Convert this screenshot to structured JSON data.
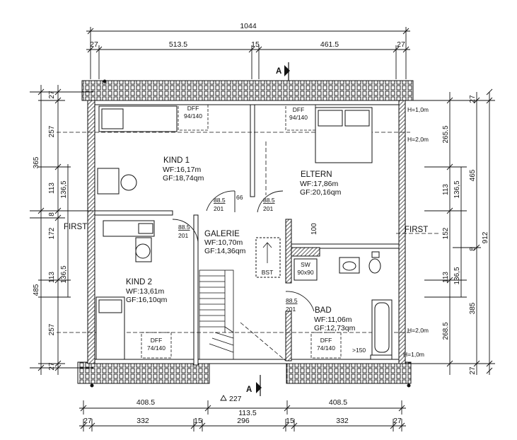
{
  "dimensions": {
    "top_total": "1044",
    "top_segments": [
      "27",
      "513.5",
      "15",
      "461.5",
      "27"
    ],
    "bottom_row1": [
      "408.5",
      "113.5",
      "408.5"
    ],
    "bottom_227": "227",
    "bottom_row2": [
      "27",
      "332",
      "15",
      "296",
      "15",
      "332",
      "27"
    ],
    "left_outer": [
      "365",
      "485"
    ],
    "left_inner": [
      "27",
      "257",
      "113",
      "8",
      "172",
      "113",
      "257",
      "27"
    ],
    "left_136": [
      "136,5",
      "136,5"
    ],
    "right_inner": [
      "265.5",
      "113",
      "152",
      "113",
      "268.5"
    ],
    "right_136": [
      "136,5",
      "136,5"
    ],
    "right_outer": [
      "465",
      "385"
    ],
    "right_912": "912",
    "right_27": [
      "27",
      "27"
    ],
    "right_8": "8"
  },
  "section_marks": [
    "A",
    "A"
  ],
  "first_labels": [
    "FIRST",
    "FIRST"
  ],
  "rooms": {
    "kind1": {
      "name": "KIND 1",
      "wf": "WF:16,17m",
      "gf": "GF:18,74qm"
    },
    "eltern": {
      "name": "ELTERN",
      "wf": "WF:17,86m",
      "gf": "GF:20,16qm"
    },
    "galerie": {
      "name": "GALERIE",
      "wf": "WF:10,70m",
      "gf": "GF:14,36qm"
    },
    "kind2": {
      "name": "KIND 2",
      "wf": "WF:13,61m",
      "gf": "GF:16,10qm"
    },
    "bad": {
      "name": "BAD",
      "wf": "WF:11,06m",
      "gf": "GF:12,73qm"
    }
  },
  "door_tags": [
    {
      "top": "88.5",
      "bottom": "201"
    },
    {
      "top": "88.5",
      "bottom": "201"
    },
    {
      "top": "88.5",
      "bottom": "201"
    },
    {
      "top": "88.5",
      "bottom": "201"
    }
  ],
  "door_66": "66",
  "dff": [
    {
      "top": "DFF",
      "bottom": "94/140"
    },
    {
      "top": "DFF",
      "bottom": "94/140"
    },
    {
      "top": "DFF",
      "bottom": "74/140"
    },
    {
      "top": "DFF",
      "bottom": "74/140"
    }
  ],
  "heights": {
    "h1_top": "H=1,0m",
    "h2_top": "H=2,0m",
    "h2_bottom": "H=2,0m",
    "h1_bottom": "H=1,0m"
  },
  "misc": {
    "wall_100": "100",
    "gt150": ">150",
    "bst": "BST",
    "sw_top": "SW",
    "sw_bottom": "90x90"
  }
}
